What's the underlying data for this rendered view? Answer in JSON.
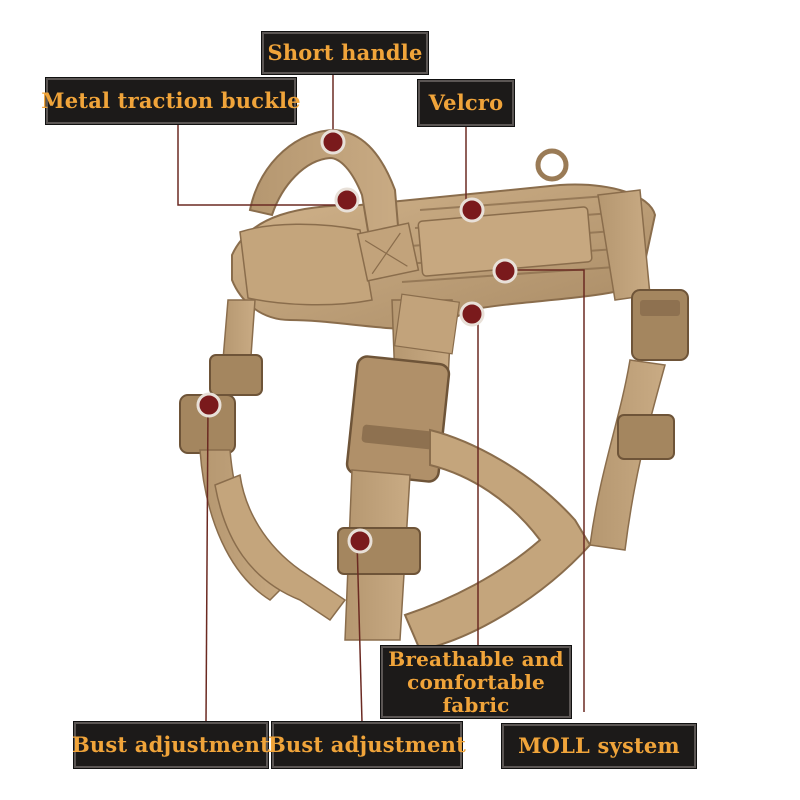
{
  "callouts": {
    "short_handle": "Short handle",
    "metal_traction_buckle": "Metal traction buckle",
    "velcro": "Velcro",
    "breathable_line1": "Breathable and",
    "breathable_line2": "comfortable fabric",
    "bust_adjustment_left": "Bust adjustment",
    "bust_adjustment_right": "Bust adjustment",
    "moll_system": "MOLL system"
  },
  "colors": {
    "label_background": "#1c1a19",
    "label_text": "#f0a43a",
    "marker": "#7a1a1c",
    "leader_line": "#6b2a22",
    "harness_tan": "#b89a74"
  },
  "icons": {
    "marker": "red-dot-marker"
  }
}
